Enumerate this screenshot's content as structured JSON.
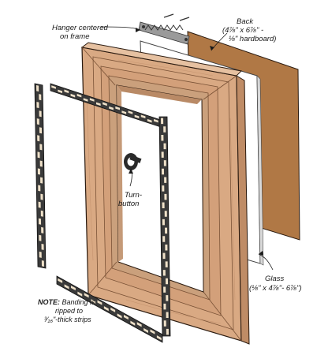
{
  "labels": {
    "hanger_l1": "Hanger centered",
    "hanger_l2": "on frame",
    "back_l1": "Back",
    "back_l2": "(4⅞\" x 6⅞\" -",
    "back_l3": "⅛\" hardboard)",
    "turn_l1": "Turn-",
    "turn_l2": "button",
    "glass_l1": "Glass",
    "glass_l2": "(⅛\" x 4⅞\"- 6⅞\")",
    "note_head": "NOTE:",
    "note_l1": " Banding is",
    "note_l2": "ripped to",
    "note_l3": "³⁄₁₆\"-thick strips"
  },
  "colors": {
    "back_board": "#b07845",
    "frame_wood": "#d9a983",
    "frame_shadow": "#bf8c66",
    "glass": "#ffffff",
    "banding_dark": "#3a3a3a",
    "banding_light": "#efe1c9"
  }
}
